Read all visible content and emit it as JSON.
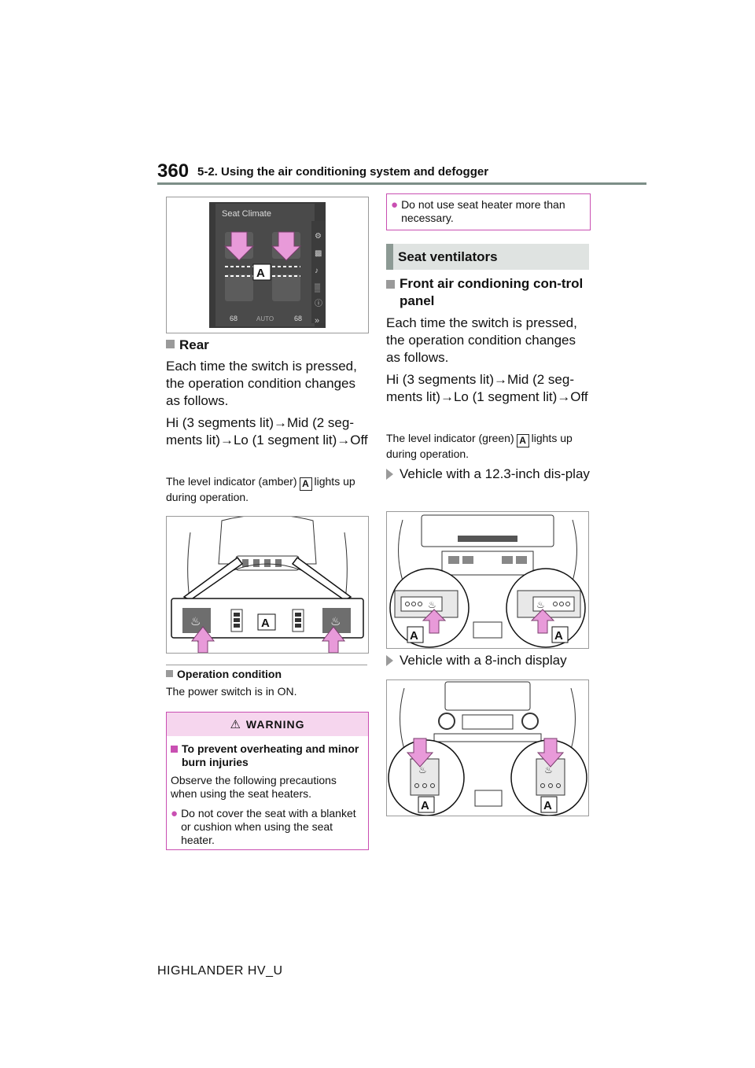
{
  "header": {
    "page_number": "360",
    "section_title": "5-2. Using the air conditioning system and defogger"
  },
  "left": {
    "fig1": {
      "screen_title": "Seat Climate",
      "temp_left": "68",
      "temp_right": "68",
      "mode_label": "AUTO",
      "callout": "A"
    },
    "rear": {
      "heading": "Rear",
      "para1": "Each time the switch is pressed, the operation condition changes as follows.",
      "para2": "Hi (3 segments lit)→Mid (2 seg-ments lit)→Lo (1 segment lit)→Off",
      "note_before": "The level indicator (amber)",
      "note_after": "lights up during operation.",
      "callout": "A"
    },
    "fig2": {
      "callout": "A"
    },
    "operation": {
      "heading": "Operation condition",
      "text": "The power switch is in ON."
    },
    "warning": {
      "title": "WARNING",
      "subheading": "To prevent overheating and minor burn injuries",
      "text": "Observe the following precautions when using the seat heaters.",
      "bullet": "Do not cover the seat with a blanket or cushion when using the seat heater."
    }
  },
  "right": {
    "warning_cont": {
      "bullet": "Do not use seat heater more than necessary."
    },
    "seat_ventilators": {
      "heading": "Seat ventilators",
      "subheading": "Front air condioning con-trol panel",
      "para1": "Each time the switch is pressed, the operation condition changes as follows.",
      "para2": "Hi (3 segments lit)→Mid (2 seg-ments lit)→Lo (1 segment lit)→Off",
      "note_before": "The level indicator (green)",
      "note_after": "lights up during operation.",
      "callout": "A"
    },
    "display_12": {
      "label": "Vehicle with a 12.3-inch dis-play",
      "callout": "A"
    },
    "display_8": {
      "label": "Vehicle with a 8-inch display",
      "callout": "A"
    }
  },
  "footer": {
    "model": "HIGHLANDER HV_U"
  },
  "colors": {
    "warning_accent": "#c94fb2",
    "arrow_fill": "#e89ad9",
    "rule": "#7c8e87"
  }
}
